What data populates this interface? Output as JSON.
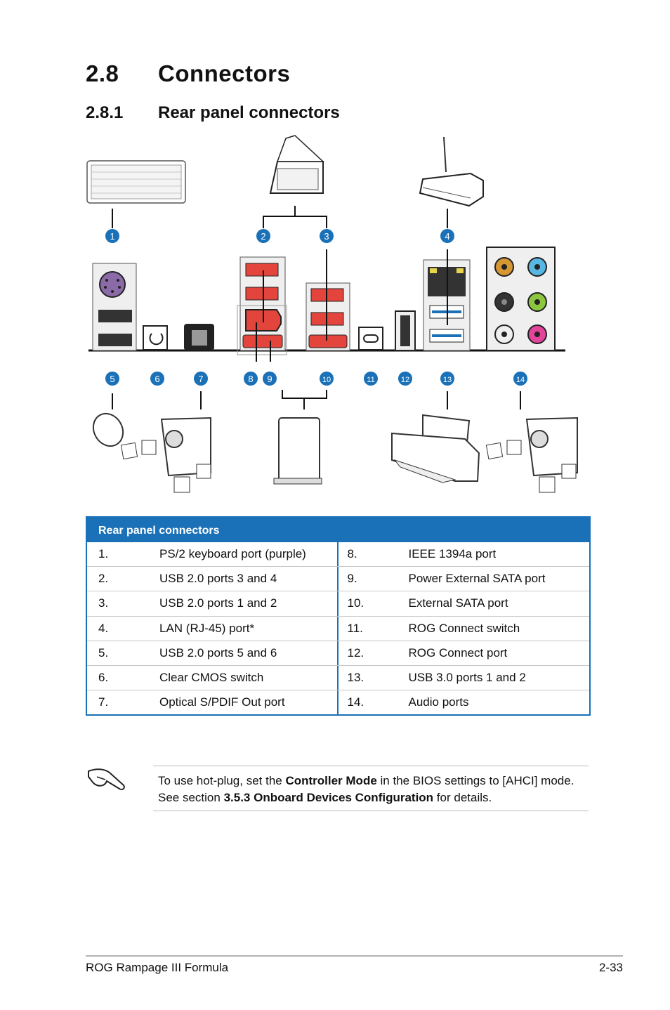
{
  "heading": {
    "number": "2.8",
    "title": "Connectors"
  },
  "subheading": {
    "number": "2.8.1",
    "title": "Rear panel connectors"
  },
  "diagram": {
    "callouts": [
      "1",
      "2",
      "3",
      "4",
      "5",
      "6",
      "7",
      "8",
      "9",
      "10",
      "11",
      "12",
      "13",
      "14"
    ],
    "accent_color": "#1a71b8"
  },
  "table": {
    "title": "Rear panel connectors",
    "rows": [
      {
        "left_num": "1.",
        "left_text": "PS/2 keyboard port (purple)",
        "right_num": "8.",
        "right_text": "IEEE 1394a port"
      },
      {
        "left_num": "2.",
        "left_text": "USB 2.0 ports 3 and 4",
        "right_num": "9.",
        "right_text": "Power External SATA port"
      },
      {
        "left_num": "3.",
        "left_text": "USB 2.0 ports 1 and 2",
        "right_num": "10.",
        "right_text": "External SATA port"
      },
      {
        "left_num": "4.",
        "left_text": "LAN (RJ-45) port*",
        "right_num": "11.",
        "right_text": "ROG Connect switch"
      },
      {
        "left_num": "5.",
        "left_text": "USB 2.0 ports 5 and 6",
        "right_num": "12.",
        "right_text": "ROG Connect port"
      },
      {
        "left_num": "6.",
        "left_text": "Clear CMOS switch",
        "right_num": "13.",
        "right_text": "USB 3.0 ports 1 and 2"
      },
      {
        "left_num": "7.",
        "left_text": "Optical S/PDIF Out port",
        "right_num": "14.",
        "right_text": "Audio ports"
      }
    ]
  },
  "note": {
    "line1_pre": "To use hot-plug, set the ",
    "line1_bold": "Controller Mode",
    "line1_post": " in the BIOS settings to [AHCI] mode.",
    "line2_pre": "See section ",
    "line2_bold": "3.5.3 Onboard Devices Configuration",
    "line2_post": " for details."
  },
  "footer": {
    "left": "ROG Rampage III Formula",
    "right": "2-33"
  }
}
